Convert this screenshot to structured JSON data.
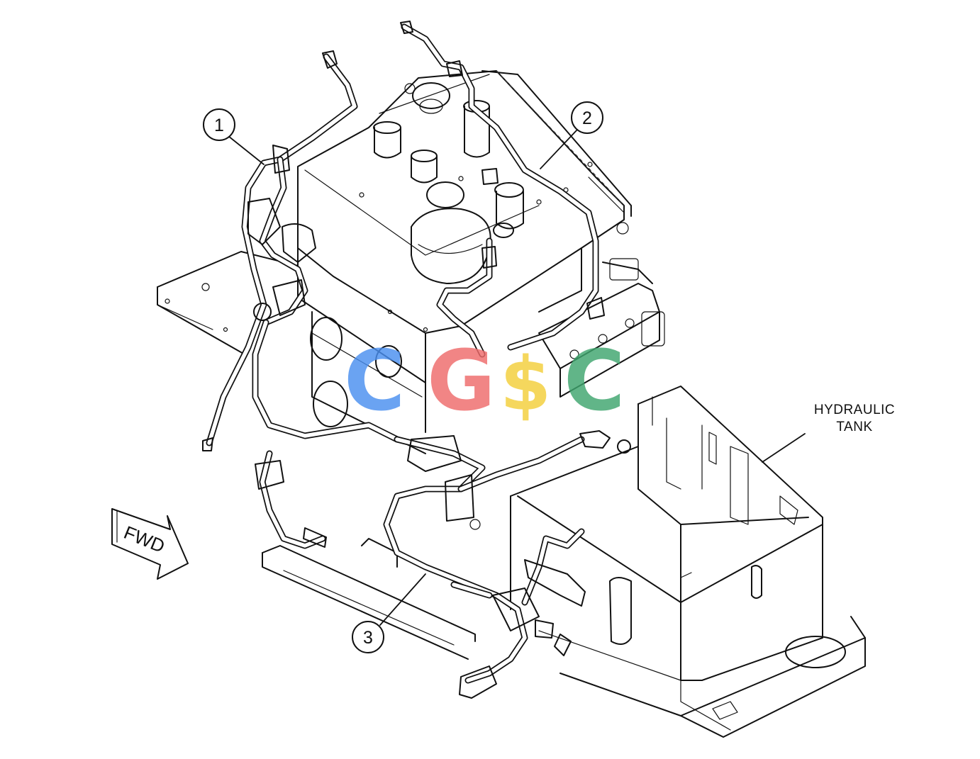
{
  "callouts": [
    {
      "id": "1",
      "label": "1"
    },
    {
      "id": "2",
      "label": "2"
    },
    {
      "id": "3",
      "label": "3"
    }
  ],
  "hydraulic_tank_label": {
    "line1": "HYDRAULIC",
    "line2": "TANK"
  },
  "fwd_arrow": {
    "label": "FWD"
  },
  "watermark": {
    "letters": [
      "C",
      "G",
      "$",
      "C"
    ],
    "colors": [
      "#4a8ff0",
      "#ef6b6b",
      "#f4cf3a",
      "#3fa66e"
    ]
  }
}
